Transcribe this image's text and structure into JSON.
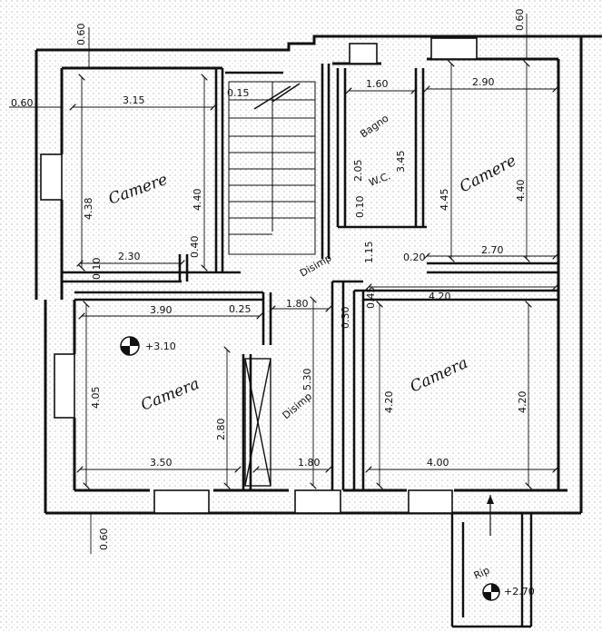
{
  "rooms": {
    "camera_top_left": "Camere",
    "camera_top_right": "Camere",
    "camera_bottom_left": "Camera",
    "camera_bottom_right": "Camera",
    "bagno": "Bagno",
    "wc": "W.C.",
    "disimp_upper": "Disimp",
    "disimp_lower": "Disimp",
    "rip": "Rip"
  },
  "levels": {
    "main": "+3.10",
    "rip": "+2.70"
  },
  "dimensions": {
    "top_thickness_left": "0.60",
    "top_thickness_right": "0.60",
    "left_thickness_top": "0.60",
    "bottom_thickness": "0.60",
    "tl_width": "3.15",
    "tl_height": "4.40",
    "tl_height_side": "4.38",
    "tl_bottom": "2.30",
    "stair_width": "0.15",
    "bagno_width": "1.60",
    "bagno_h1": "2.05",
    "bagno_h2": "3.45",
    "bagno_h3": "0.10",
    "tr_width": "2.90",
    "tr_height": "4.40",
    "tr_height2": "4.45",
    "tr_bottom": "2.70",
    "bl_top": "3.90",
    "bl_height": "4.05",
    "bl_inner": "2.80",
    "bl_bottom": "3.50",
    "dis_width": "1.80",
    "dis_width_bottom": "1.80",
    "dis_height": "5.30",
    "br_top": "4.20",
    "br_height_left": "4.20",
    "br_height_right": "4.20",
    "br_bottom": "4.00",
    "sm_010": "0.10",
    "sm_040": "0.40",
    "sm_015": "1.15",
    "sm_020": "0.20",
    "sm_030": "0.30",
    "sm_045": "0.45",
    "sm_025": "0.25"
  }
}
